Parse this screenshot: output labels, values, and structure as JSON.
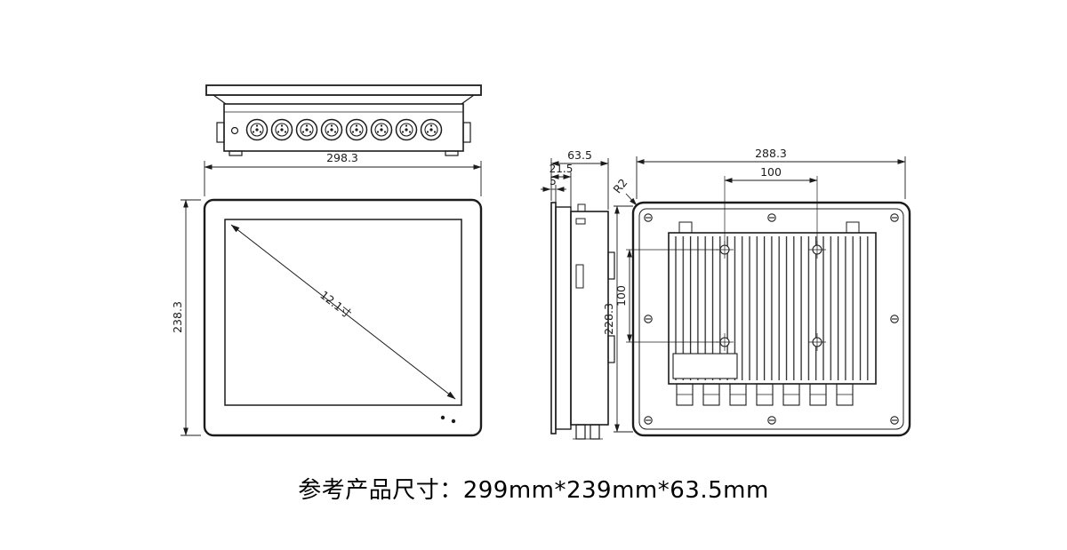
{
  "drawing": {
    "footer_text": "参考产品尺寸：299mm*239mm*63.5mm",
    "front_view": {
      "width": "298.3",
      "height": "238.3",
      "diagonal": "12.1寸"
    },
    "side_view": {
      "depth": "63.5",
      "front_depth": "21.5",
      "bezel_depth": "5"
    },
    "back_view": {
      "width": "288.3",
      "height": "228.3",
      "mount_hole_spacing_h": "100",
      "mount_hole_spacing_v": "100",
      "corner_radius": "R2"
    }
  }
}
